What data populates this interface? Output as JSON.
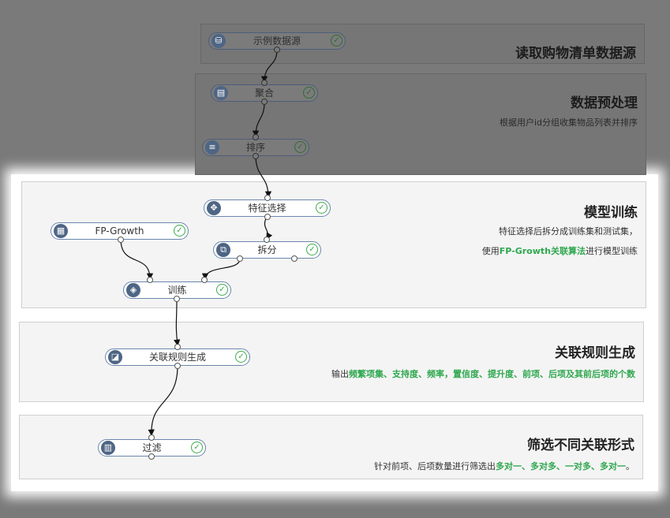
{
  "sections": [
    {
      "id": "read",
      "title": "读取购物清单数据源",
      "desc": []
    },
    {
      "id": "pre",
      "title": "数据预处理",
      "desc": [
        [
          {
            "t": "根据用户id分组收集物品列表并排序",
            "g": false
          }
        ]
      ]
    },
    {
      "id": "train",
      "title": "模型训练",
      "desc": [
        [
          {
            "t": "特征选择后拆分成训练集和测试集，",
            "g": false
          }
        ],
        [
          {
            "t": "使用",
            "g": false
          },
          {
            "t": "FP-Growth关联算法",
            "g": true
          },
          {
            "t": "进行模型训练",
            "g": false
          }
        ]
      ]
    },
    {
      "id": "rules",
      "title": "关联规则生成",
      "desc": [
        [
          {
            "t": "输出",
            "g": false
          },
          {
            "t": "频繁项集、支持度、频率，置信度、提升度、前项、后项及其前后项的个数",
            "g": true
          }
        ]
      ]
    },
    {
      "id": "filter",
      "title": "筛选不同关联形式",
      "desc": [
        [
          {
            "t": "针对前项、后项数量进行筛选出",
            "g": false
          },
          {
            "t": "多对一、多对多、一对多、多对一",
            "g": true
          },
          {
            "t": "。",
            "g": false
          }
        ]
      ]
    }
  ],
  "nodes": [
    {
      "id": "src",
      "label": "示例数据源",
      "icon": "database-icon",
      "glyph": "⛁",
      "status": "success"
    },
    {
      "id": "agg",
      "label": "聚合",
      "icon": "aggregate-icon",
      "glyph": "▤",
      "status": "success"
    },
    {
      "id": "sort",
      "label": "排序",
      "icon": "sort-icon",
      "glyph": "≡",
      "status": "success"
    },
    {
      "id": "feat",
      "label": "特征选择",
      "icon": "feature-select-icon",
      "glyph": "✥",
      "status": "success"
    },
    {
      "id": "fpg",
      "label": "FP-Growth",
      "icon": "fp-growth-icon",
      "glyph": "▦",
      "status": "success"
    },
    {
      "id": "split",
      "label": "拆分",
      "icon": "split-icon",
      "glyph": "⧉",
      "status": "success"
    },
    {
      "id": "train",
      "label": "训练",
      "icon": "train-icon",
      "glyph": "◈",
      "status": "success"
    },
    {
      "id": "rule",
      "label": "关联规则生成",
      "icon": "rule-generate-icon",
      "glyph": "◪",
      "status": "success"
    },
    {
      "id": "filt",
      "label": "过滤",
      "icon": "filter-icon",
      "glyph": "▥",
      "status": "success"
    }
  ],
  "status_glyph": "✓"
}
